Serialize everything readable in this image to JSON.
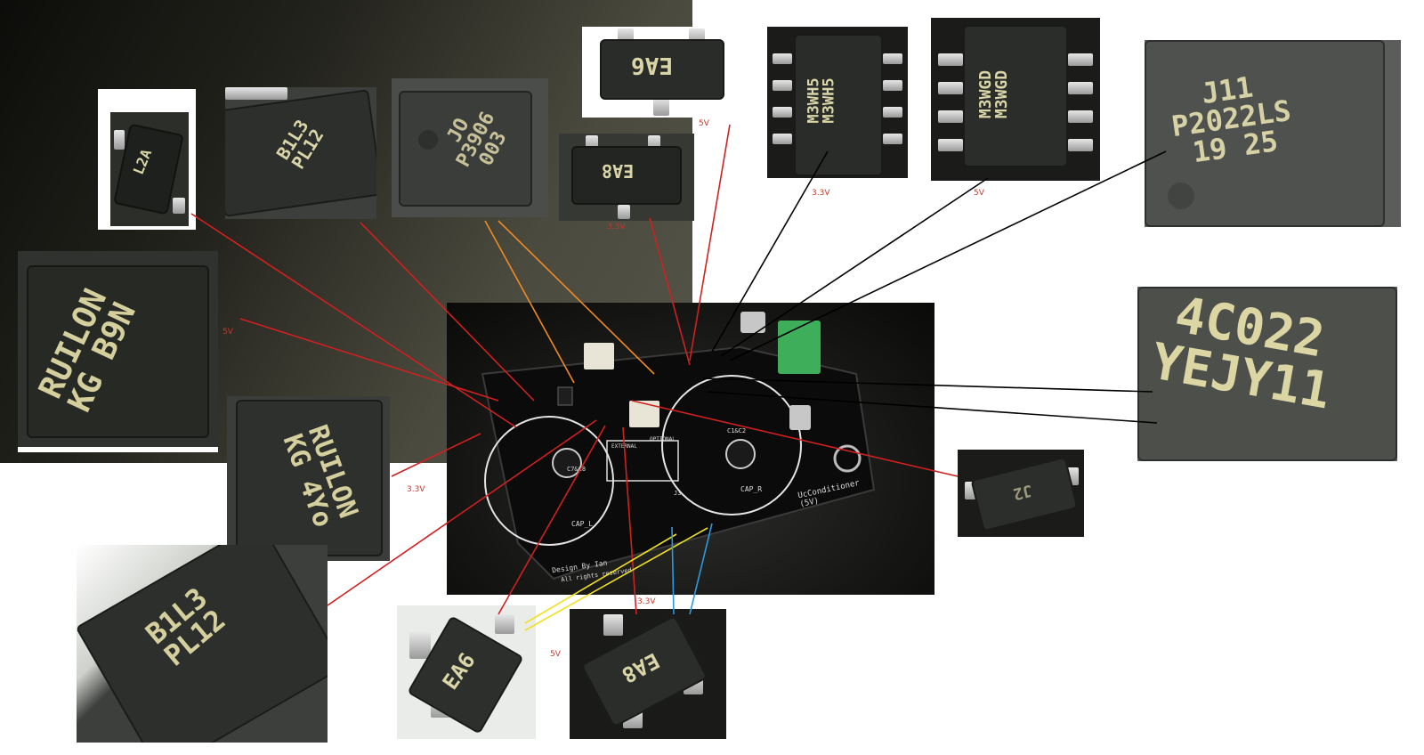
{
  "chips": {
    "l2a": "L2A",
    "b1l3_small": "B1L3\nPL12",
    "p3906": "JO\nP3906\n003",
    "ea6_top": "EA6",
    "ea8_top": "EA8",
    "m3wh5": "M3WH5\nM3WH5",
    "m3wgd": "M3WGD\nM3WGD",
    "p2022": "J11\nP2022LS\n19 25",
    "ruilon_b9n": "RUILON\nKG B9N",
    "ruilon_4yo": "RUILON\nKG 4Yo",
    "b1l3_large": "B1L3\nPL12",
    "ea6_bottom": "EA6",
    "ea8_bottom": "EA8",
    "c4022": "4C022\nYEJY11",
    "j2": "J2"
  },
  "labels": {
    "v5_ruilon": "5V",
    "v33_ruilon": "3.3V",
    "v5_ea6top": "5V",
    "v33_ea8top": "3.3V",
    "v33_m3wh5": "3.3V",
    "v5_m3wgd": "5V",
    "v5_ea6bottom": "5V",
    "v33_ea8bottom": "3.3V"
  },
  "board": {
    "name": "UcConditioner\n(5V)",
    "design": "Design By Ian",
    "rights": "All rights reserved",
    "cap_l": "CAP_L",
    "cap_r": "CAP_R",
    "c_left": "C7&C8",
    "c_right": "C1&C2",
    "j3": "J3",
    "ext": "EXTERNAL",
    "optional": "OPTIONAL"
  },
  "colors": {
    "red_line": "#d02020",
    "orange_line": "#f08a24",
    "black_line": "#000000",
    "yellow_line": "#f0e020",
    "blue_line": "#2a9ae0"
  }
}
